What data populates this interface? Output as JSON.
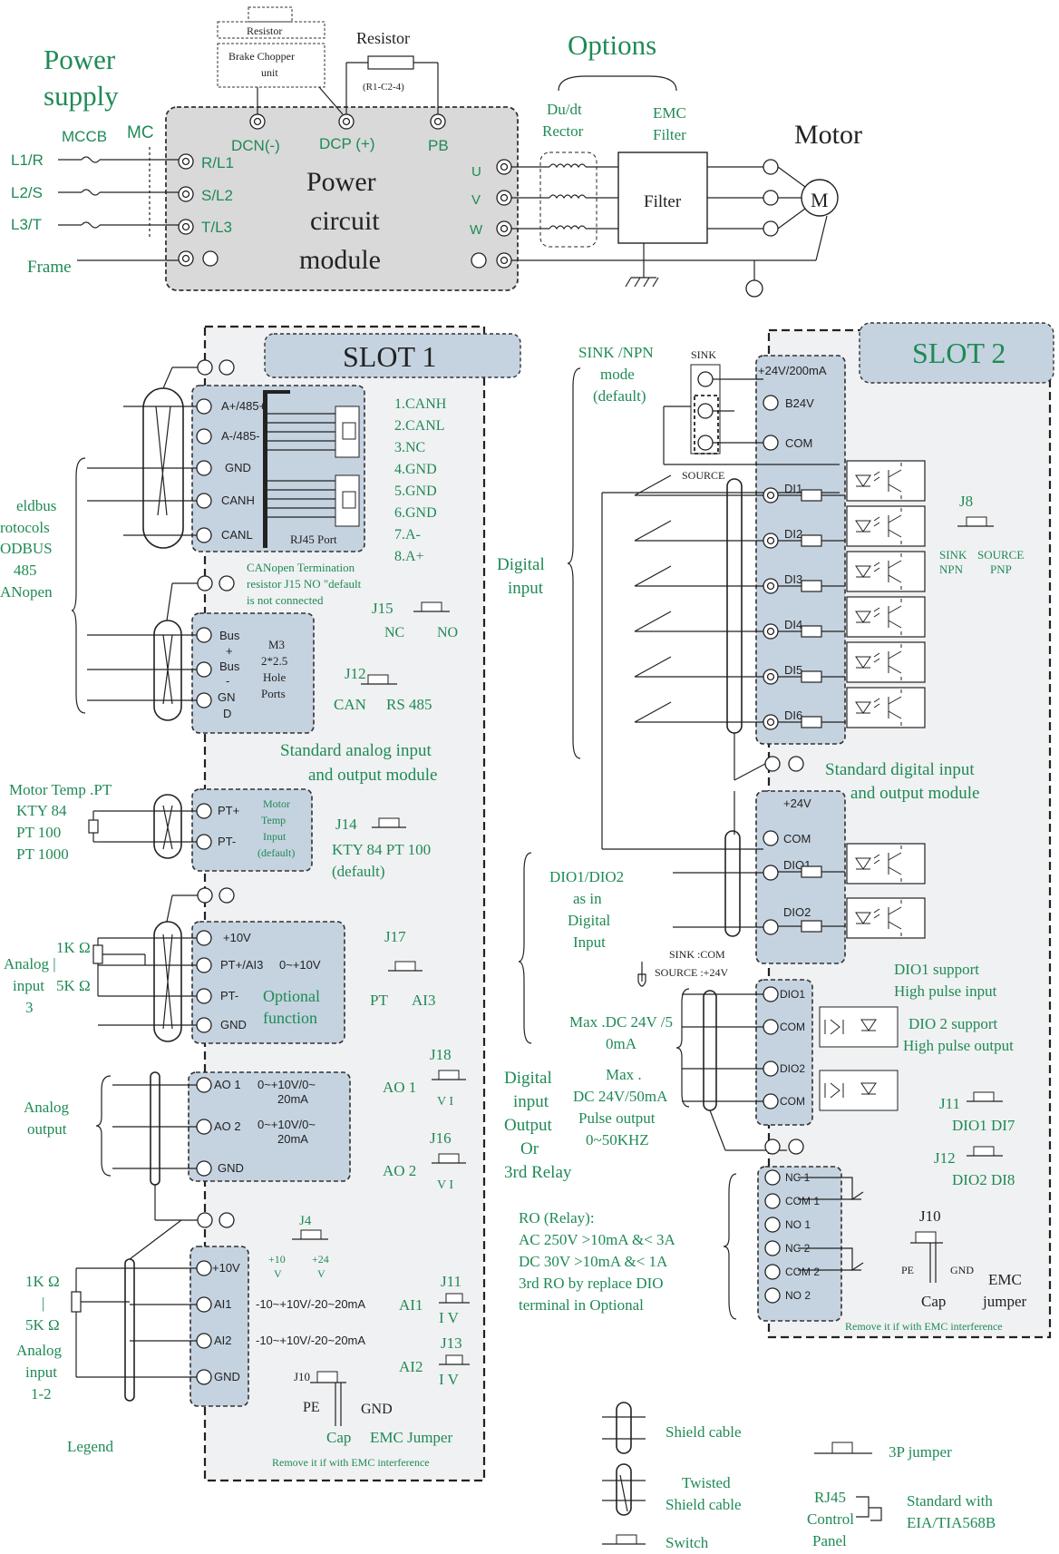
{
  "power": {
    "supply_line1": "Power",
    "supply_line2": "supply",
    "mccb": "MCCB",
    "mc": "MC",
    "l1": "L1/R",
    "l2": "L2/S",
    "l3": "L3/T",
    "frame": "Frame",
    "r": "R/L1",
    "s": "S/L2",
    "t": "T/L3",
    "module_line1": "Power",
    "module_line2": "circuit",
    "module_line3": "module",
    "dcn": "DCN(-)",
    "dcp": "DCP (+)",
    "pb": "PB",
    "chopper_resistor": "Resistor",
    "brake_chopper": "Brake Chopper",
    "unit": "unit",
    "resistor": "Resistor",
    "resistor_range": "(R1-C2-4)",
    "u": "U",
    "v": "V",
    "w": "W"
  },
  "options": {
    "title": "Options",
    "dudt1": "Du/dt",
    "dudt2": "Rector",
    "emc1": "EMC",
    "emc2": "Filter",
    "filter": "Filter",
    "motor": "Motor",
    "m": "M"
  },
  "slot1": {
    "title": "SLOT  1",
    "fieldbus_terms": [
      "A+/485+",
      "A-/485-",
      "GND",
      "CANH",
      "CANL"
    ],
    "rj45_port": "RJ45 Port",
    "pins": [
      "1.CANH",
      "2.CANL",
      "3.NC",
      "4.GND",
      "5.GND",
      "6.GND",
      "7.A-",
      "8.A+"
    ],
    "fieldbus_label": [
      "eldbus",
      "rotocols",
      "ODBUS",
      "485",
      "ANopen"
    ],
    "term_note1": "CANopen  Termination",
    "term_note2": "resistor J15 NO \"default",
    "term_note3": "is not connected",
    "j15": "J15",
    "j15_nc": "NC",
    "j15_no": "NO",
    "bus_terms": [
      "Bus",
      "+",
      "Bus",
      "-",
      "GN",
      "D"
    ],
    "m3": [
      "M3",
      "2*2.5",
      "Hole",
      "Ports"
    ],
    "j12": "J12",
    "j12_can": "CAN",
    "j12_rs485": "RS 485",
    "std_analog1": "Standard analog input",
    "std_analog2": "and output module",
    "pt_terms": [
      "PT+",
      "PT-"
    ],
    "pt_note": [
      "Motor",
      "Temp",
      "Input",
      "(default)"
    ],
    "motor_temp": [
      "Motor Temp .PT",
      "KTY 84",
      "PT 100",
      "PT 1000"
    ],
    "j14": "J14",
    "j14_opts": "KTY 84 PT 100",
    "j14_default": "(default)",
    "ai3_terms": [
      "+10V",
      "PT+/AI3",
      "PT-",
      "GND"
    ],
    "ai3_range": "0~+10V",
    "optional1": "Optional",
    "optional2": "function",
    "ai3_res": [
      "1K Ω",
      "Analog  |",
      "input",
      "5K Ω",
      "3"
    ],
    "j17": "J17",
    "j17_pt": "PT",
    "j17_ai3": "AI3",
    "ao_terms": [
      "AO 1",
      "AO 2",
      "GND"
    ],
    "ao_range": [
      "0~+10V/0~",
      "20mA",
      "0~+10V/0~",
      "20mA"
    ],
    "ao_label": [
      "Analog",
      "output"
    ],
    "ao1": "AO 1",
    "ao2": "AO 2",
    "j18": "J18",
    "j18_vi": "V  I",
    "j16": "J16",
    "j16_vi": "V  I",
    "ai_terms": [
      "+10V",
      "AI1",
      "AI2",
      "GND"
    ],
    "ai1_range": "-10~+10V/-20~20mA",
    "ai2_range": "-10~+10V/-20~20mA",
    "ai_res": [
      "1K Ω",
      "|",
      "5K Ω",
      "Analog",
      "input",
      "1-2"
    ],
    "j4": "J4",
    "j4_10": "+10",
    "j4_24": "+24",
    "j4_v": "V",
    "ai1": "AI1",
    "j11": "J11",
    "j11_iv": "I  V",
    "ai2": "AI2",
    "j13": "J13",
    "j13_iv": "I  V",
    "j10": "J10",
    "j10_pe": "PE",
    "j10_gnd": "GND",
    "j10_cap": "Cap",
    "j10_emc": "EMC Jumper",
    "j10_remove": "Remove  it if with EMC interference"
  },
  "slot2": {
    "title": "SLOT  2",
    "sink_mode": [
      "SINK /NPN",
      "mode",
      "(default)"
    ],
    "digital_input": [
      "Digital",
      "input"
    ],
    "dio_input": [
      "DIO1/DIO2",
      "as in",
      "Digital",
      "Input"
    ],
    "max_dc": [
      "Max .DC 24V /5",
      "0mA"
    ],
    "dio_output": [
      "Digital",
      "input",
      "Output",
      "Or",
      "3rd Relay"
    ],
    "pulse": [
      "Max .",
      "DC 24V/50mA",
      "Pulse output",
      "0~50KHZ"
    ],
    "ro": [
      "RO (Relay):",
      "AC 250V >10mA &< 3A",
      "DC  30V  >10mA &< 1A",
      "3rd RO by replace DIO",
      "terminal in Optional"
    ],
    "sink": "SINK",
    "source": "SOURCE",
    "di_terms": [
      "+24V/200mA",
      "B24V",
      "COM"
    ],
    "di_labels": [
      "DI1",
      "DI2",
      "DI3",
      "DI4",
      "DI5",
      "DI6"
    ],
    "std_digital": [
      "Standard digital input",
      "and output  module"
    ],
    "j8": "J8",
    "j8_sink": "SINK",
    "j8_npn": "NPN",
    "j8_source": "SOURCE",
    "j8_pnp": "PNP",
    "dio_terms": [
      "+24V",
      "COM",
      "DIO1",
      "DIO2"
    ],
    "sink_com": "SINK :COM",
    "source_24": "SOURCE   :+24V",
    "dout_terms": [
      "DIO1",
      "COM",
      "DIO2",
      "COM"
    ],
    "dio1_support": [
      "DIO1 support",
      "High pulse input"
    ],
    "dio2_support": [
      "DIO 2 support",
      "High pulse output"
    ],
    "j11": "J11",
    "j11_opts": "DIO1  DI7",
    "j12": "J12",
    "j12_opts": "DIO2  DI8",
    "relay_terms": [
      "NC 1",
      "COM  1",
      "NO 1",
      "NC 2",
      "COM  2",
      "NO 2"
    ],
    "j10": "J10",
    "j10_pe": "PE",
    "j10_gnd": "GND",
    "j10_cap": "Cap",
    "j10_emc": "EMC",
    "j10_jumper": "jumper",
    "j10_remove": "Remove  it if with EMC interference"
  },
  "legend": {
    "title": "Legend",
    "shield": "Shield cable",
    "twisted": [
      "Twisted",
      "Shield cable"
    ],
    "switch": "Switch",
    "jumper3p": "3P jumper",
    "rj45": [
      "RJ45",
      "Control",
      "Panel"
    ],
    "standard": [
      "Standard with",
      "EIA/TIA568B"
    ]
  }
}
